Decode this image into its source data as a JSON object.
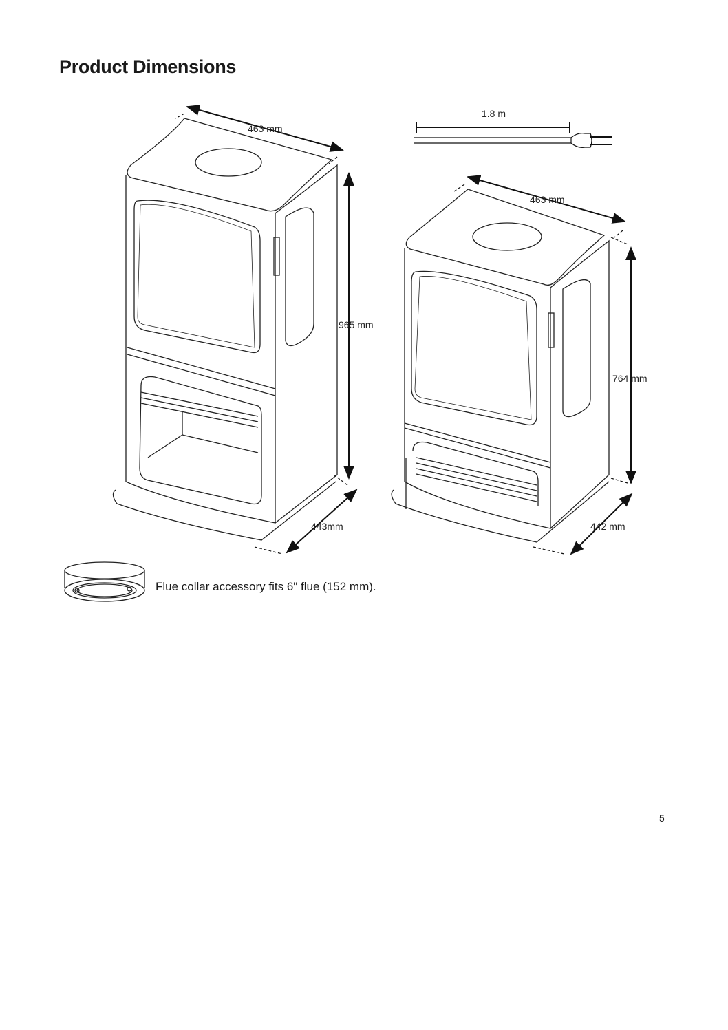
{
  "page": {
    "title": "Product Dimensions",
    "page_number": "5"
  },
  "tall_stove": {
    "width_label": "463 mm",
    "height_label": "965 mm",
    "depth_label": "443mm"
  },
  "short_stove": {
    "width_label": "463 mm",
    "height_label": "764 mm",
    "depth_label": "442 mm"
  },
  "power_cord": {
    "length_label": "1.8 m"
  },
  "flue_collar": {
    "caption": "Flue collar accessory fits 6\" flue (152 mm)."
  }
}
